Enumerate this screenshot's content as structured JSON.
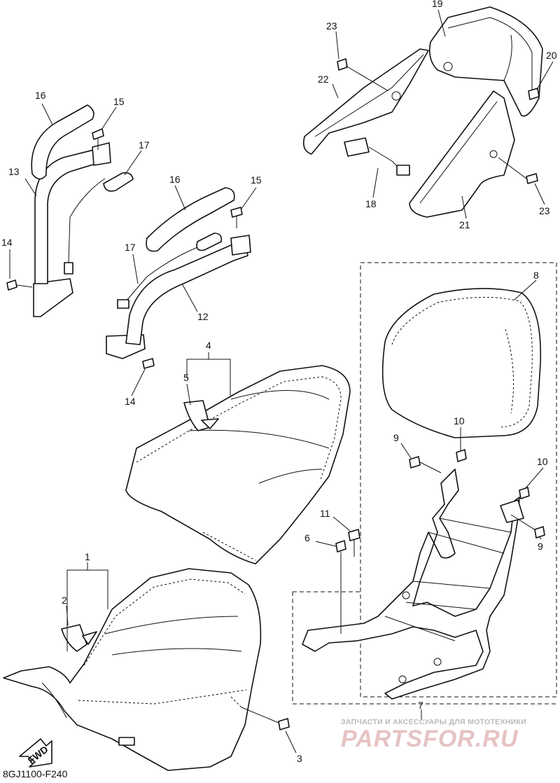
{
  "diagram": {
    "labels": [
      "1",
      "2",
      "3",
      "4",
      "5",
      "6",
      "7",
      "8",
      "9",
      "9",
      "10",
      "10",
      "11",
      "12",
      "13",
      "14",
      "14",
      "15",
      "15",
      "16",
      "16",
      "17",
      "17",
      "18",
      "19",
      "20",
      "21",
      "22",
      "23",
      "23"
    ],
    "fwd_label": "FWD",
    "drawing_code": "8GJ1100-F240"
  },
  "watermark": {
    "caption": "ЗАПЧАСТИ И АКСЕССУАРЫ ДЛЯ МОТОТЕХНИКИ",
    "brand": "PARTSFOR.RU"
  }
}
